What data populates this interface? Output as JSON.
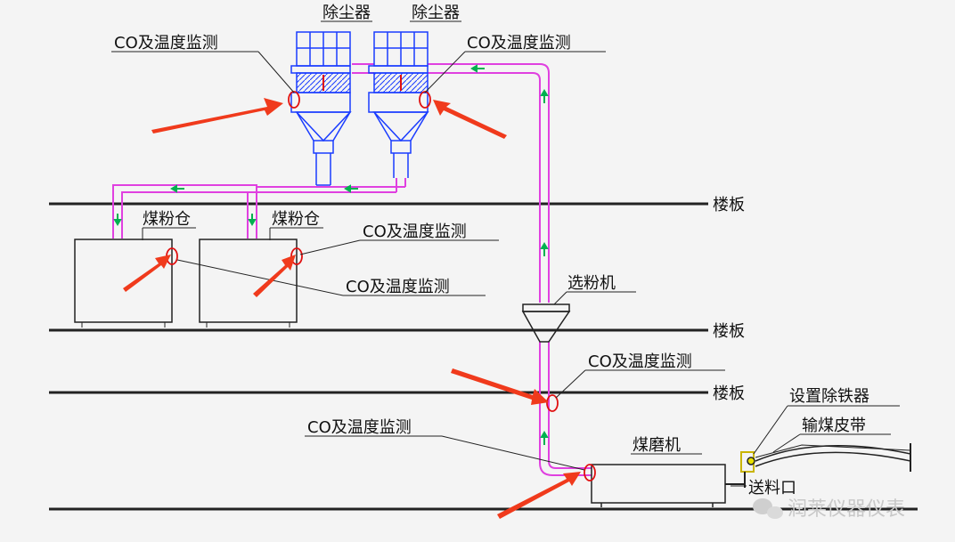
{
  "labels": {
    "dust_collector_1": "除尘器",
    "dust_collector_2": "除尘器",
    "co_monitor_top_left": "CO及温度监测",
    "co_monitor_top_right": "CO及温度监测",
    "coal_bin_1": "煤粉仓",
    "coal_bin_2": "煤粉仓",
    "co_monitor_bin_upper": "CO及温度监测",
    "co_monitor_bin_lower": "CO及温度监测",
    "separator": "选粉机",
    "co_monitor_pipe": "CO及温度监测",
    "co_monitor_mill": "CO及温度监测",
    "mill": "煤磨机",
    "iron_remover": "设置除铁器",
    "belt": "输煤皮带",
    "feed_port": "送料口",
    "floor_1": "楼板",
    "floor_2": "楼板",
    "floor_3": "楼板"
  },
  "watermark": "润莱仪器仪表",
  "colors": {
    "pipe": "#e040e0",
    "equipment": "#1a3cff",
    "arrow": "#f03a1c",
    "marker": "#e01010",
    "flow": "#00b050",
    "floor": "#222222"
  }
}
